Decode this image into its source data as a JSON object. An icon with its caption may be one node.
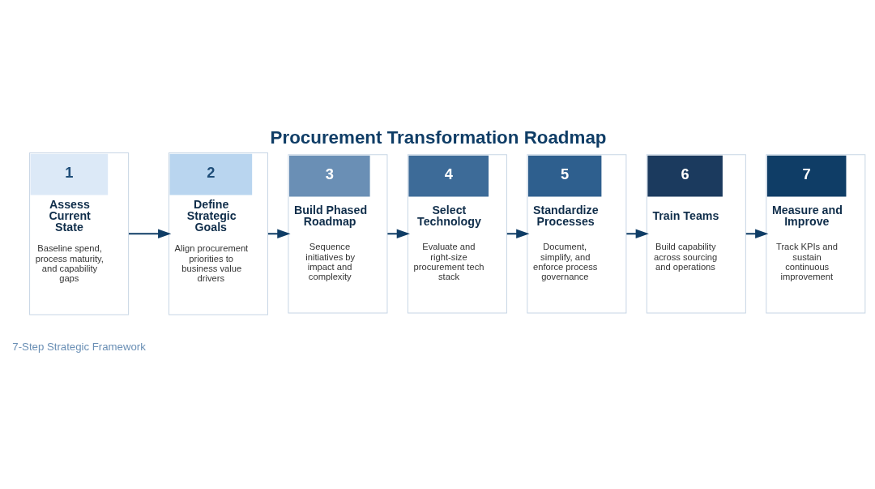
{
  "diagram": {
    "title": "Procurement Transformation Roadmap",
    "nodes": [
      {
        "text": [
          "1",
          "Assess Current State",
          "Baseline spend, process maturity, and capability gaps"
        ]
      },
      {
        "text": [
          "2",
          "Define Strategic Goals",
          "Align procurement priorities to business value drivers"
        ]
      },
      {
        "text": [
          "3",
          "Build Phased Roadmap",
          "Sequence initiatives by impact and complexity"
        ]
      },
      {
        "text": [
          "4",
          "Select Technology",
          "Evaluate and right-size procurement tech stack"
        ]
      },
      {
        "text": [
          "5",
          "Standardize Processes",
          "Document, simplify, and enforce process governance"
        ]
      },
      {
        "text": [
          "6",
          "Train Teams",
          "Build capability across sourcing and operations"
        ]
      },
      {
        "text": [
          "7",
          "Measure and Improve",
          "Track KPIs and sustain continuous improvement"
        ]
      }
    ],
    "edges": [
      {
        "from": 0,
        "to": 1,
        "arrow": "to"
      },
      {
        "from": 1,
        "to": 2,
        "arrow": "to"
      },
      {
        "from": 2,
        "to": 3,
        "arrow": "to"
      },
      {
        "from": 3,
        "to": 4,
        "arrow": "to"
      },
      {
        "from": 4,
        "to": 5,
        "arrow": "to"
      },
      {
        "from": 5,
        "to": 6,
        "arrow": "to"
      }
    ],
    "labels": [
      "7-Step Strategic Framework"
    ]
  }
}
